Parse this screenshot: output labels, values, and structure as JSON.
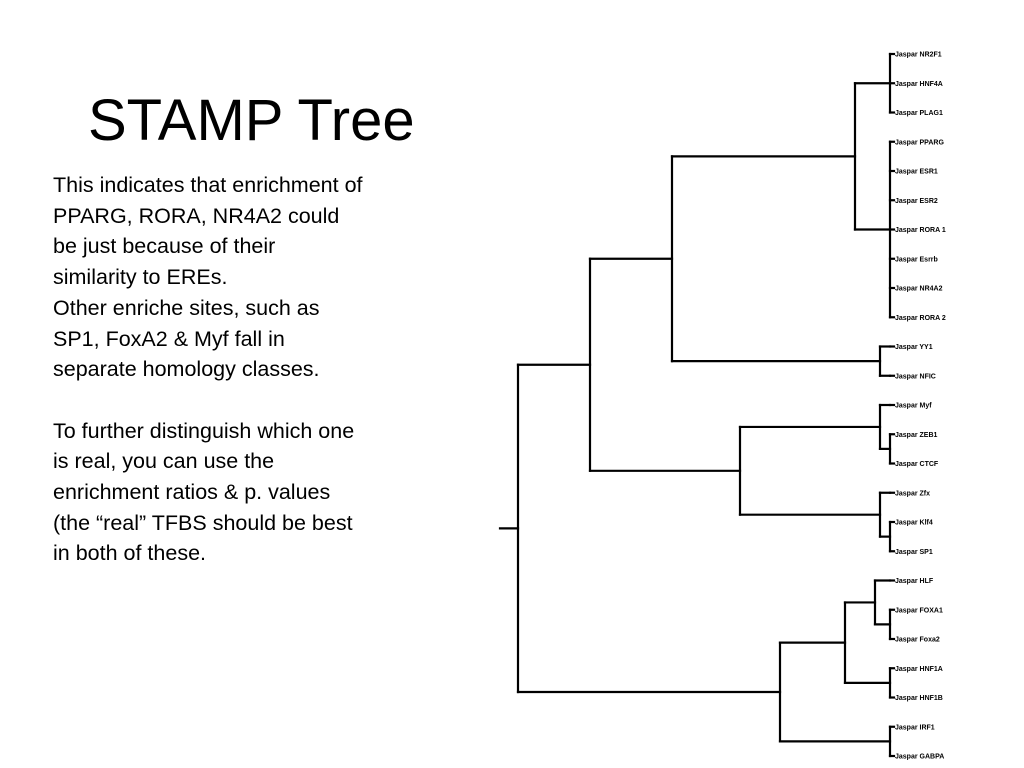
{
  "slide": {
    "title": "STAMP Tree",
    "paragraphs": [
      "This indicates that enrichment of PPARG, RORA, NR4A2 could be just because of their similarity to EREs.",
      "Other enriche sites, such as SP1, FoxA2 & Myf fall in separate homology classes.",
      "To further distinguish which one is real, you can use the enrichment ratios & p. values (the “real” TFBS should be best in both of these."
    ]
  },
  "tree": {
    "leaves": [
      "Jaspar NR2F1",
      "Jaspar HNF4A",
      "Jaspar PLAG1",
      "Jaspar PPARG",
      "Jaspar ESR1",
      "Jaspar ESR2",
      "Jaspar RORA 1",
      "Jaspar Esrrb",
      "Jaspar NR4A2",
      "Jaspar RORA 2",
      "Jaspar YY1",
      "Jaspar NFIC",
      "Jaspar Myf",
      "Jaspar ZEB1",
      "Jaspar CTCF",
      "Jaspar Zfx",
      "Jaspar Klf4",
      "Jaspar SP1",
      "Jaspar HLF",
      "Jaspar FOXA1",
      "Jaspar Foxa2",
      "Jaspar HNF1A",
      "Jaspar HNF1B",
      "Jaspar IRF1",
      "Jaspar GABPA"
    ]
  }
}
